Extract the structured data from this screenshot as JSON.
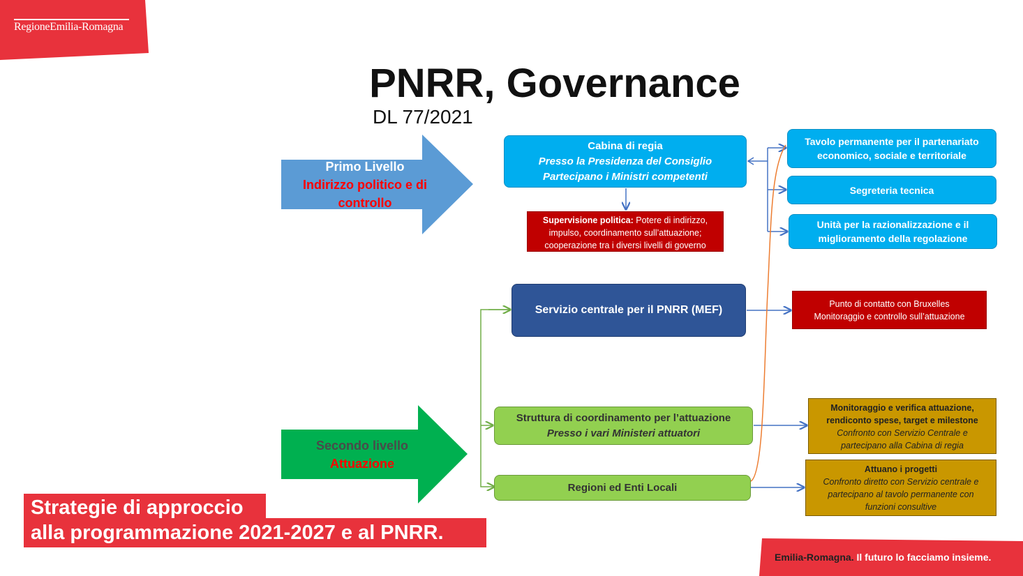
{
  "logo": {
    "text": "RegioneEmilia-Romagna"
  },
  "title": "PNRR, Governance",
  "subtitle": "DL 77/2021",
  "levels": {
    "first": {
      "line1": "Primo Livello",
      "line2": "Indirizzo politico e di",
      "line3": "controllo"
    },
    "second": {
      "line1": "Secondo livello",
      "line2": "Attuazione"
    }
  },
  "nodes": {
    "cabina": {
      "title": "Cabina di regia",
      "line2": "Presso la Presidenza del Consiglio",
      "line3": "Partecipano i Ministri competenti"
    },
    "supervisione": {
      "bold": "Supervisione politica:",
      "text1": " Potere di indirizzo,",
      "text2": "impulso, coordinamento sull’attuazione;",
      "text3": "cooperazione tra i diversi livelli di governo"
    },
    "tavolo": {
      "line1": "Tavolo permanente per il partenariato",
      "line2": "economico, sociale e territoriale"
    },
    "segreteria": {
      "line1": "Segreteria tecnica"
    },
    "unita": {
      "line1": "Unità per la razionalizzazione e il",
      "line2": "miglioramento della regolazione"
    },
    "servizio": {
      "line1": "Servizio centrale per il PNRR (MEF)"
    },
    "punto": {
      "line1": "Punto di contatto con Bruxelles",
      "line2": "Monitoraggio e controllo sull’attuazione"
    },
    "struttura": {
      "line1": "Struttura di coordinamento per l’attuazione",
      "line2": "Presso i vari Ministeri attuatori"
    },
    "monitoraggio": {
      "line1": "Monitoraggio e verifica attuazione,",
      "line2": "rendiconto spese, target e milestone",
      "line3": "Confronto con Servizio Centrale e",
      "line4": "partecipano alla Cabina di regia"
    },
    "regioni": {
      "line1": "Regioni ed Enti Locali"
    },
    "attuano": {
      "line1": "Attuano i progetti",
      "line2": "Confronto diretto con Servizio centrale e",
      "line3": "partecipano al tavolo permanente con",
      "line4": "funzioni consultive"
    }
  },
  "footer": {
    "left_line1": "Strategie di approccio",
    "left_line2": "alla programmazione 2021-2027 e al PNRR.",
    "right_highlight": "Emilia-Romagna.",
    "right_text": " Il futuro lo facciamo insieme."
  },
  "colors": {
    "brand_red": "#e8323c",
    "cyan": "#00aeef",
    "dark_blue": "#2f5597",
    "green": "#92d050",
    "gold": "#c99700",
    "dark_red": "#c00000"
  }
}
